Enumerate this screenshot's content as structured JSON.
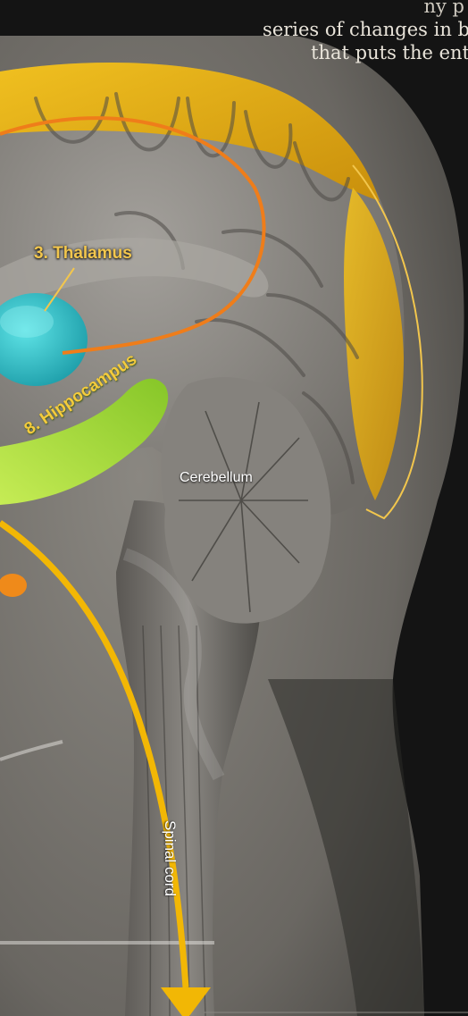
{
  "caption": {
    "line1": "ny p",
    "line2": "series of changes in b",
    "line3": "that puts the ent"
  },
  "labels": {
    "thalamus": "3. Thalamus",
    "hippocampus": "8. Hippocampus",
    "cerebellum": "Cerebellum",
    "spinal_cord": "Spinal cord"
  },
  "colors": {
    "background": "#141414",
    "head_silhouette": "#6e6b66",
    "brain_gray": "#8c8985",
    "cortex_highlight": "#e0ad16",
    "thalamus": "#29c1c9",
    "hippocampus": "#a5e03e",
    "pathway_orange": "#ef7d1a",
    "spinal_arrow": "#f2b705"
  }
}
